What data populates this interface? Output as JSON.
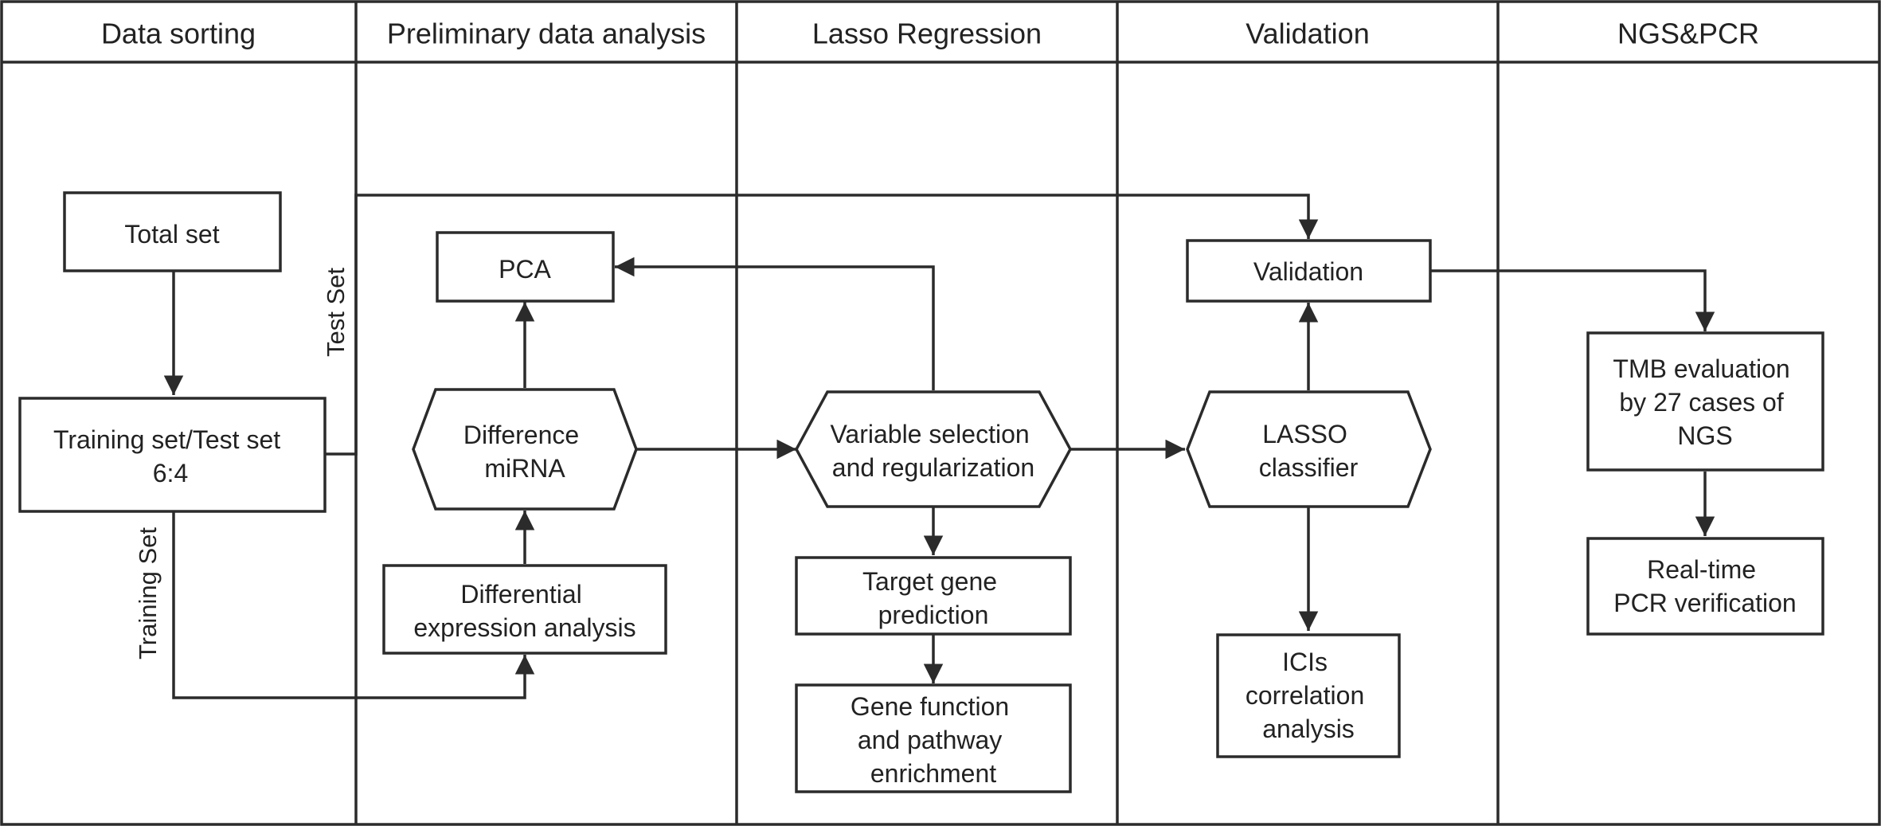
{
  "lanes": [
    {
      "id": "lane-data-sorting",
      "title": "Data sorting"
    },
    {
      "id": "lane-preliminary",
      "title": "Preliminary data analysis"
    },
    {
      "id": "lane-lasso",
      "title": "Lasso Regression"
    },
    {
      "id": "lane-validation",
      "title": "Validation"
    },
    {
      "id": "lane-ngs-pcr",
      "title": "NGS&PCR"
    }
  ],
  "nodes": {
    "total_set": {
      "lines": [
        "Total set"
      ]
    },
    "training_test": {
      "lines": [
        "Training set/Test set",
        "6:4"
      ]
    },
    "pca": {
      "lines": [
        "PCA"
      ]
    },
    "difference_mirna": {
      "lines": [
        "Difference",
        "miRNA"
      ]
    },
    "differential_expression": {
      "lines": [
        "Differential",
        "expression analysis"
      ]
    },
    "variable_selection": {
      "lines": [
        "Variable selection",
        "and regularization"
      ]
    },
    "target_gene": {
      "lines": [
        "Target gene",
        "prediction"
      ]
    },
    "gene_function": {
      "lines": [
        "Gene function",
        "and pathway",
        "enrichment"
      ]
    },
    "validation": {
      "lines": [
        "Validation"
      ]
    },
    "lasso_classifier": {
      "lines": [
        "LASSO",
        "classifier"
      ]
    },
    "icis": {
      "lines": [
        "ICIs",
        "correlation",
        "analysis"
      ]
    },
    "tmb": {
      "lines": [
        "TMB evaluation",
        "by 27 cases of",
        "NGS"
      ]
    },
    "rt_pcr": {
      "lines": [
        "Real-time",
        "PCR verification"
      ]
    }
  },
  "edge_labels": {
    "test_set": "Test Set",
    "training_set": "Training Set"
  }
}
